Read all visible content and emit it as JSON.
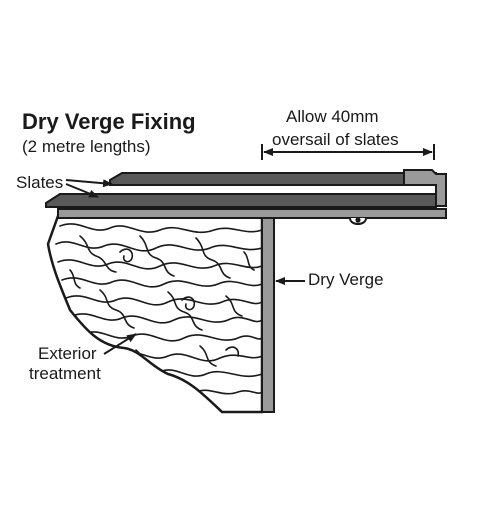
{
  "title": "Dry Verge Fixing",
  "subtitle": "(2 metre lengths)",
  "labels": {
    "oversail_line1": "Allow 40mm",
    "oversail_line2": "oversail of slates",
    "slates": "Slates",
    "dry_verge": "Dry Verge",
    "exterior_line1": "Exterior",
    "exterior_line2": "treatment"
  },
  "colors": {
    "outline": "#1a1a1a",
    "slate_fill": "#595959",
    "verge_fill": "#9a9a9a",
    "background": "#ffffff"
  }
}
